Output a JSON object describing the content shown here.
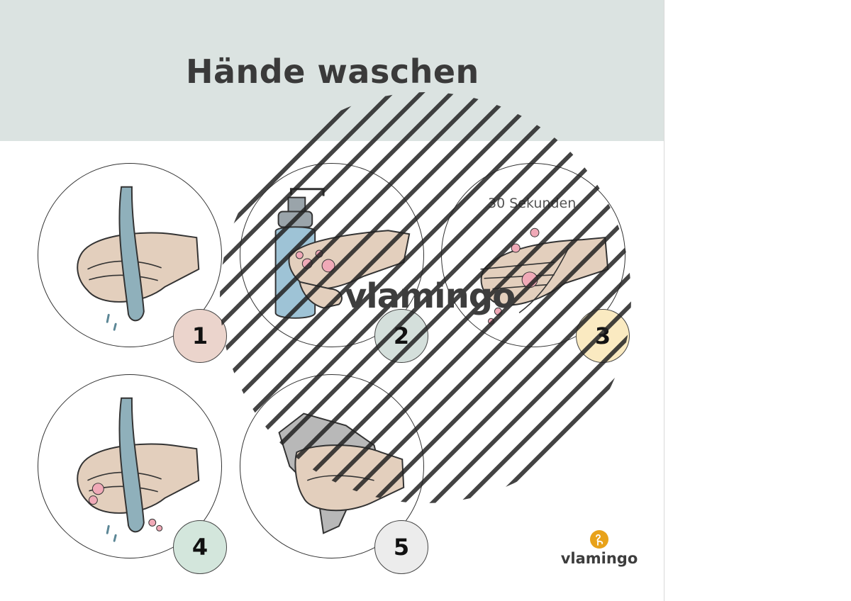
{
  "title": "Hände waschen",
  "timer_label": "30 Sekunden",
  "brand": {
    "name": "vlamingo",
    "icon": "flamingo-icon",
    "icon_color": "#e8a21a"
  },
  "watermark": {
    "text": "vlamingo"
  },
  "steps": [
    {
      "number": "1",
      "action": "wet-hands-icon",
      "badge_color": "#ebd4cc"
    },
    {
      "number": "2",
      "action": "apply-soap-icon",
      "badge_color": "#d4dfdb"
    },
    {
      "number": "3",
      "action": "rub-hands-icon",
      "badge_color": "#faeac1"
    },
    {
      "number": "4",
      "action": "rinse-hands-icon",
      "badge_color": "#d3e6dc"
    },
    {
      "number": "5",
      "action": "dry-hands-icon",
      "badge_color": "#ececec"
    }
  ],
  "colors": {
    "header_band": "#dbe3e1",
    "water": "#8fb0bb",
    "skin": "#e3cfbd",
    "soap_bubble": "#f0a9b7",
    "soap_bottle": "#9ec3d6",
    "towel": "#b8b8b8"
  }
}
